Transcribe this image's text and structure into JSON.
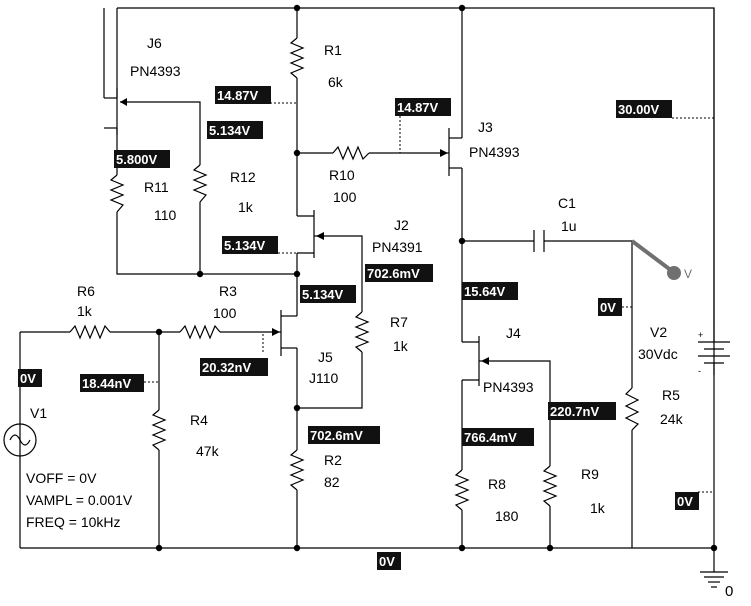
{
  "colors": {
    "wire": "#000000",
    "probe_bg": "#111111",
    "probe_text": "#ffffff",
    "marker": "#707070"
  },
  "components": {
    "J6": {
      "ref": "J6",
      "model": "PN4393"
    },
    "J3": {
      "ref": "J3",
      "model": "PN4393"
    },
    "J2": {
      "ref": "J2",
      "model": "PN4391"
    },
    "J5": {
      "ref": "J5",
      "model": "J110"
    },
    "J4": {
      "ref": "J4",
      "model": "PN4393"
    },
    "R1": {
      "ref": "R1",
      "value": "6k"
    },
    "R2": {
      "ref": "R2",
      "value": "82"
    },
    "R3": {
      "ref": "R3",
      "value": "100"
    },
    "R4": {
      "ref": "R4",
      "value": "47k"
    },
    "R5": {
      "ref": "R5",
      "value": "24k"
    },
    "R6": {
      "ref": "R6",
      "value": "1k"
    },
    "R7": {
      "ref": "R7",
      "value": "1k"
    },
    "R8": {
      "ref": "R8",
      "value": "180"
    },
    "R9": {
      "ref": "R9",
      "value": "1k"
    },
    "R10": {
      "ref": "R10",
      "value": "100"
    },
    "R11": {
      "ref": "R11",
      "value": "110"
    },
    "R12": {
      "ref": "R12",
      "value": "1k"
    },
    "C1": {
      "ref": "C1",
      "value": "1u"
    },
    "V2": {
      "ref": "V2",
      "value": "30Vdc",
      "plus": "+",
      "minus": "-"
    },
    "V1": {
      "ref": "V1",
      "voff": "VOFF = 0V",
      "vampl": "VAMPL = 0.001V",
      "freq": "FREQ = 10kHz"
    },
    "ground": {
      "label": "0"
    },
    "marker": {
      "label": "V"
    }
  },
  "probes": {
    "p1": "14.87V",
    "p2": "14.87V",
    "p3": "30.00V",
    "p4": "5.134V",
    "p5": "5.800V",
    "p6": "5.134V",
    "p7": "5.134V",
    "p8": "702.6mV",
    "p9": "15.64V",
    "p10": "0V",
    "p11": "0V",
    "p12": "18.44nV",
    "p13": "20.32nV",
    "p14": "220.7nV",
    "p15": "702.6mV",
    "p16": "766.4mV",
    "p17": "0V",
    "p18": "0V"
  }
}
